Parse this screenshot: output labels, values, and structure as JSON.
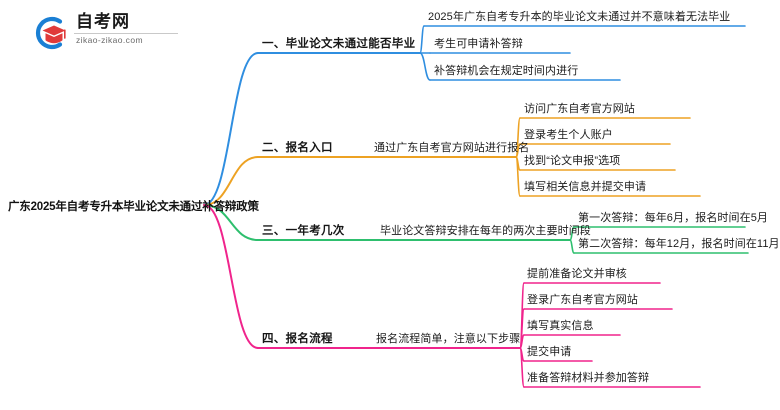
{
  "logo": {
    "name_cn": "自考网",
    "url": "zikao-zikao.com",
    "mark_arc_color": "#1a7fd4",
    "mark_cap_color": "#e03a3a"
  },
  "mindmap": {
    "root": {
      "label": "广东2025年自考专升本毕业论文未通过补答辩政策"
    },
    "branches": [
      {
        "label": "一、毕业论文未通过能否毕业",
        "color": "#2f8ee0",
        "mid": null,
        "leaves": [
          "2025年广东自考专升本的毕业论文未通过并不意味着无法毕业",
          "考生可申请补答辩",
          "补答辩机会在规定时间内进行"
        ]
      },
      {
        "label": "二、报名入口",
        "color": "#eda223",
        "mid": "通过广东自考官方网站进行报名",
        "leaves": [
          "访问广东自考官方网站",
          "登录考生个人账户",
          "找到“论文申报”选项",
          "填写相关信息并提交申请"
        ]
      },
      {
        "label": "三、一年考几次",
        "color": "#2ebf6e",
        "mid": "毕业论文答辩安排在每年的两次主要时间段",
        "leaves": [
          "第一次答辩：每年6月，报名时间在5月",
          "第二次答辩：每年12月，报名时间在11月"
        ]
      },
      {
        "label": "四、报名流程",
        "color": "#f0248c",
        "mid": "报名流程简单，注意以下步骤",
        "leaves": [
          "提前准备论文并审核",
          "登录广东自考官方网站",
          "填写真实信息",
          "提交申请",
          "准备答辩材料并参加答辩"
        ]
      }
    ]
  }
}
